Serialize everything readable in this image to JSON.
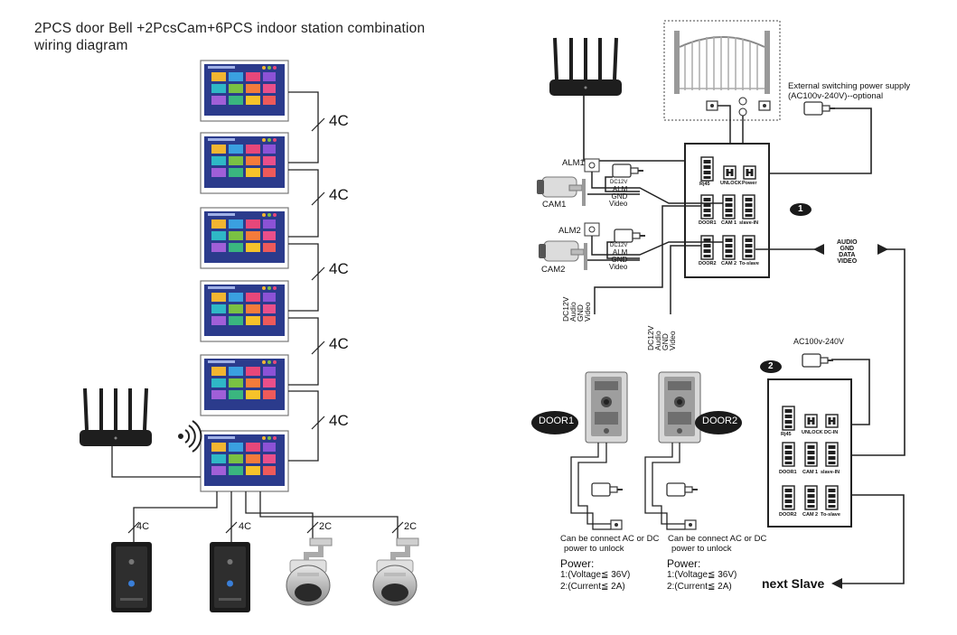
{
  "title_line1": "2PCS door Bell +2PcsCam+6PCS indoor station combination",
  "title_line2": "wiring diagram",
  "left": {
    "wire_4c": [
      "4C",
      "4C",
      "4C",
      "4C",
      "4C"
    ],
    "bottom_wires": [
      "4C",
      "4C",
      "2C",
      "2C"
    ]
  },
  "right": {
    "power_supply_line1": "External switching power supply",
    "power_supply_line2": "(AC100v-240V)--optional",
    "alm1": "ALM1",
    "alm2": "ALM2",
    "cam1": "CAM1",
    "cam2": "CAM2",
    "cam_wires": [
      "DC12V",
      "ALM",
      "GND",
      "Video"
    ],
    "door_wires": [
      "DC12V",
      "Audio",
      "GND",
      "Video"
    ],
    "slave_wires": [
      "AUDIO",
      "GND",
      "DATA",
      "VIDEO"
    ],
    "unit1_badge": "1",
    "unit2_badge": "2",
    "unit_labels": {
      "rj45": "Rj45",
      "unlock": "UNLOCK",
      "power": "Power",
      "dcin": "DC-IN",
      "door1": "DOOR1",
      "cam1": "CAM 1",
      "slave_in": "slave-IN",
      "door2": "DOOR2",
      "cam2": "CAM 2",
      "to_slave": "To-slave"
    },
    "ac_label": "AC100v-240V",
    "door1": "DOOR1",
    "door2": "DOOR2",
    "unlock_note_line1": "Can be connect AC or DC",
    "unlock_note_line2": "power to unlock",
    "power_title": "Power:",
    "power_line1": "1:(Voltage≦ 36V)",
    "power_line2": "2:(Current≦ 2A)",
    "next_slave": "next  Slave"
  }
}
